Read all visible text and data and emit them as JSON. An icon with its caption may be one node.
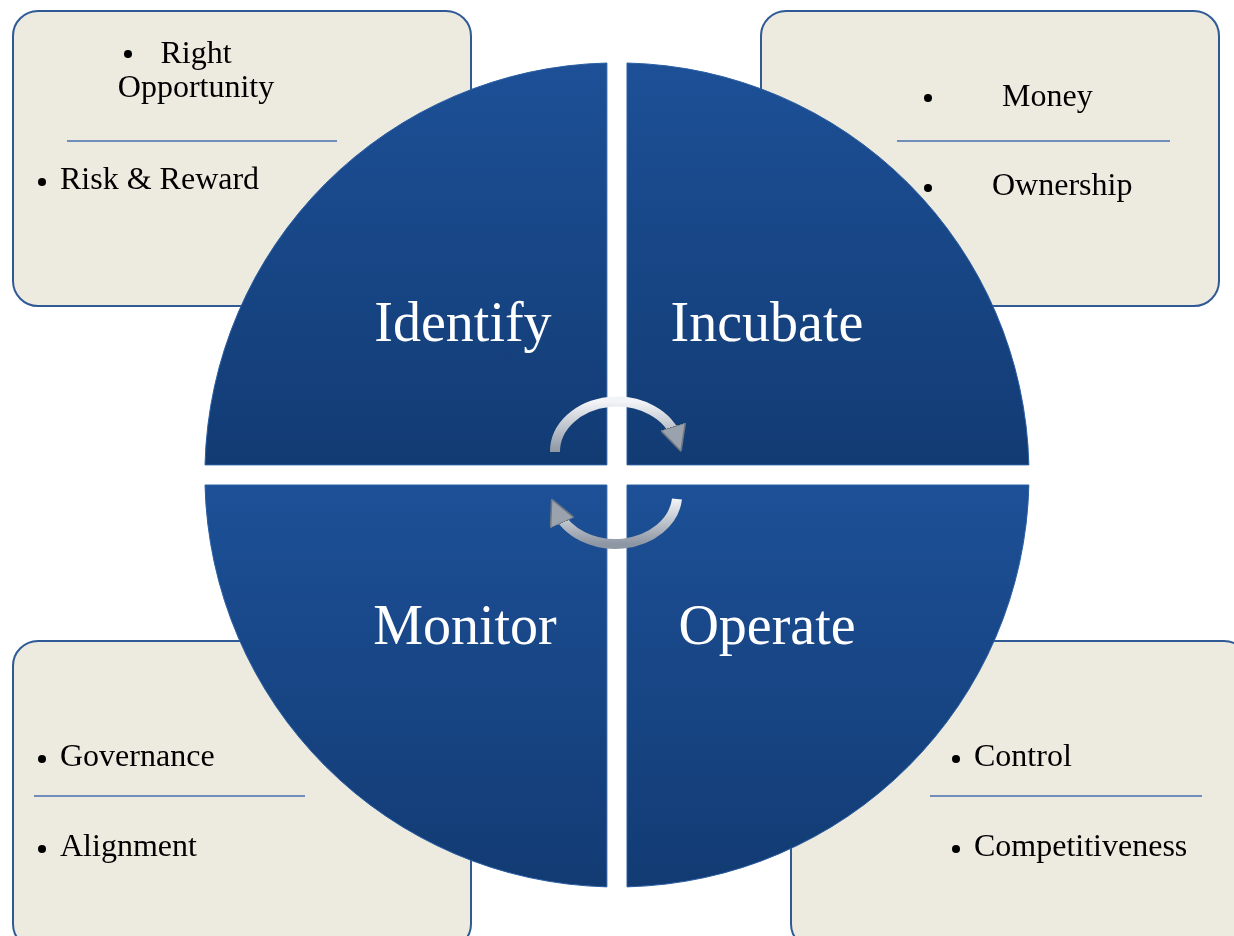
{
  "diagram": {
    "nodes": [
      {
        "text": [
          "Right Opportunity",
          "Risk & Reward"
        ]
      },
      {
        "text": [
          "Money",
          "Ownership"
        ]
      },
      {
        "text": [
          "Identify"
        ]
      },
      {
        "text": [
          "Incubate"
        ]
      },
      {
        "text": [
          "Monitor"
        ]
      },
      {
        "text": [
          "Operate"
        ]
      },
      {
        "text": [
          "Governance",
          "Alignment"
        ]
      },
      {
        "text": [
          "Control",
          "Competitiveness"
        ]
      }
    ],
    "edges": [
      {
        "from": 2,
        "to": 3,
        "arrow": "to"
      },
      {
        "from": 5,
        "to": 4,
        "arrow": "to"
      }
    ]
  }
}
